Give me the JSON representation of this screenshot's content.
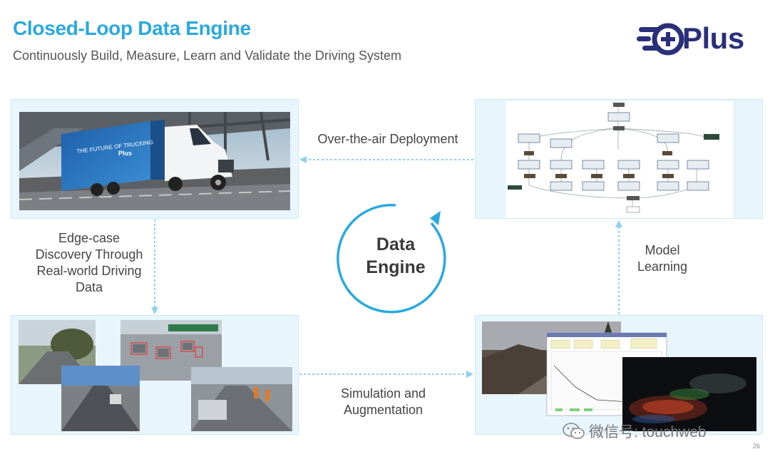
{
  "header": {
    "title": "Closed-Loop Data Engine",
    "subtitle": "Continuously Build, Measure, Learn and Validate the Driving System"
  },
  "logo": {
    "text": "Plus",
    "icon": "plus-logo-icon",
    "color": "#2a2f7a"
  },
  "center": {
    "line1": "Data",
    "line2": "Engine",
    "ring_color": "#29a9e0"
  },
  "flows": {
    "ota": "Over-the-air Deployment",
    "edge_case": [
      "Edge-case",
      "Discovery Through",
      "Real-world Driving",
      "Data"
    ],
    "simulation": [
      "Simulation and",
      "Augmentation"
    ],
    "model": [
      "Model",
      "Learning"
    ]
  },
  "panels": {
    "top_left": {
      "content": "truck-photo",
      "truck_banner": "THE FUTURE OF TRUCKING",
      "truck_logo": "Plus"
    },
    "top_right": {
      "content": "model-graph"
    },
    "bottom_left": {
      "content": "road-detection-photos"
    },
    "bottom_right": {
      "content": "simulation-screens"
    }
  },
  "footer": {
    "wechat": "微信号: touchweb",
    "page": "26"
  },
  "colors": {
    "accent": "#29a9e0",
    "panel_bg": "#e9f5fc",
    "arrow": "#8fd0ef"
  }
}
